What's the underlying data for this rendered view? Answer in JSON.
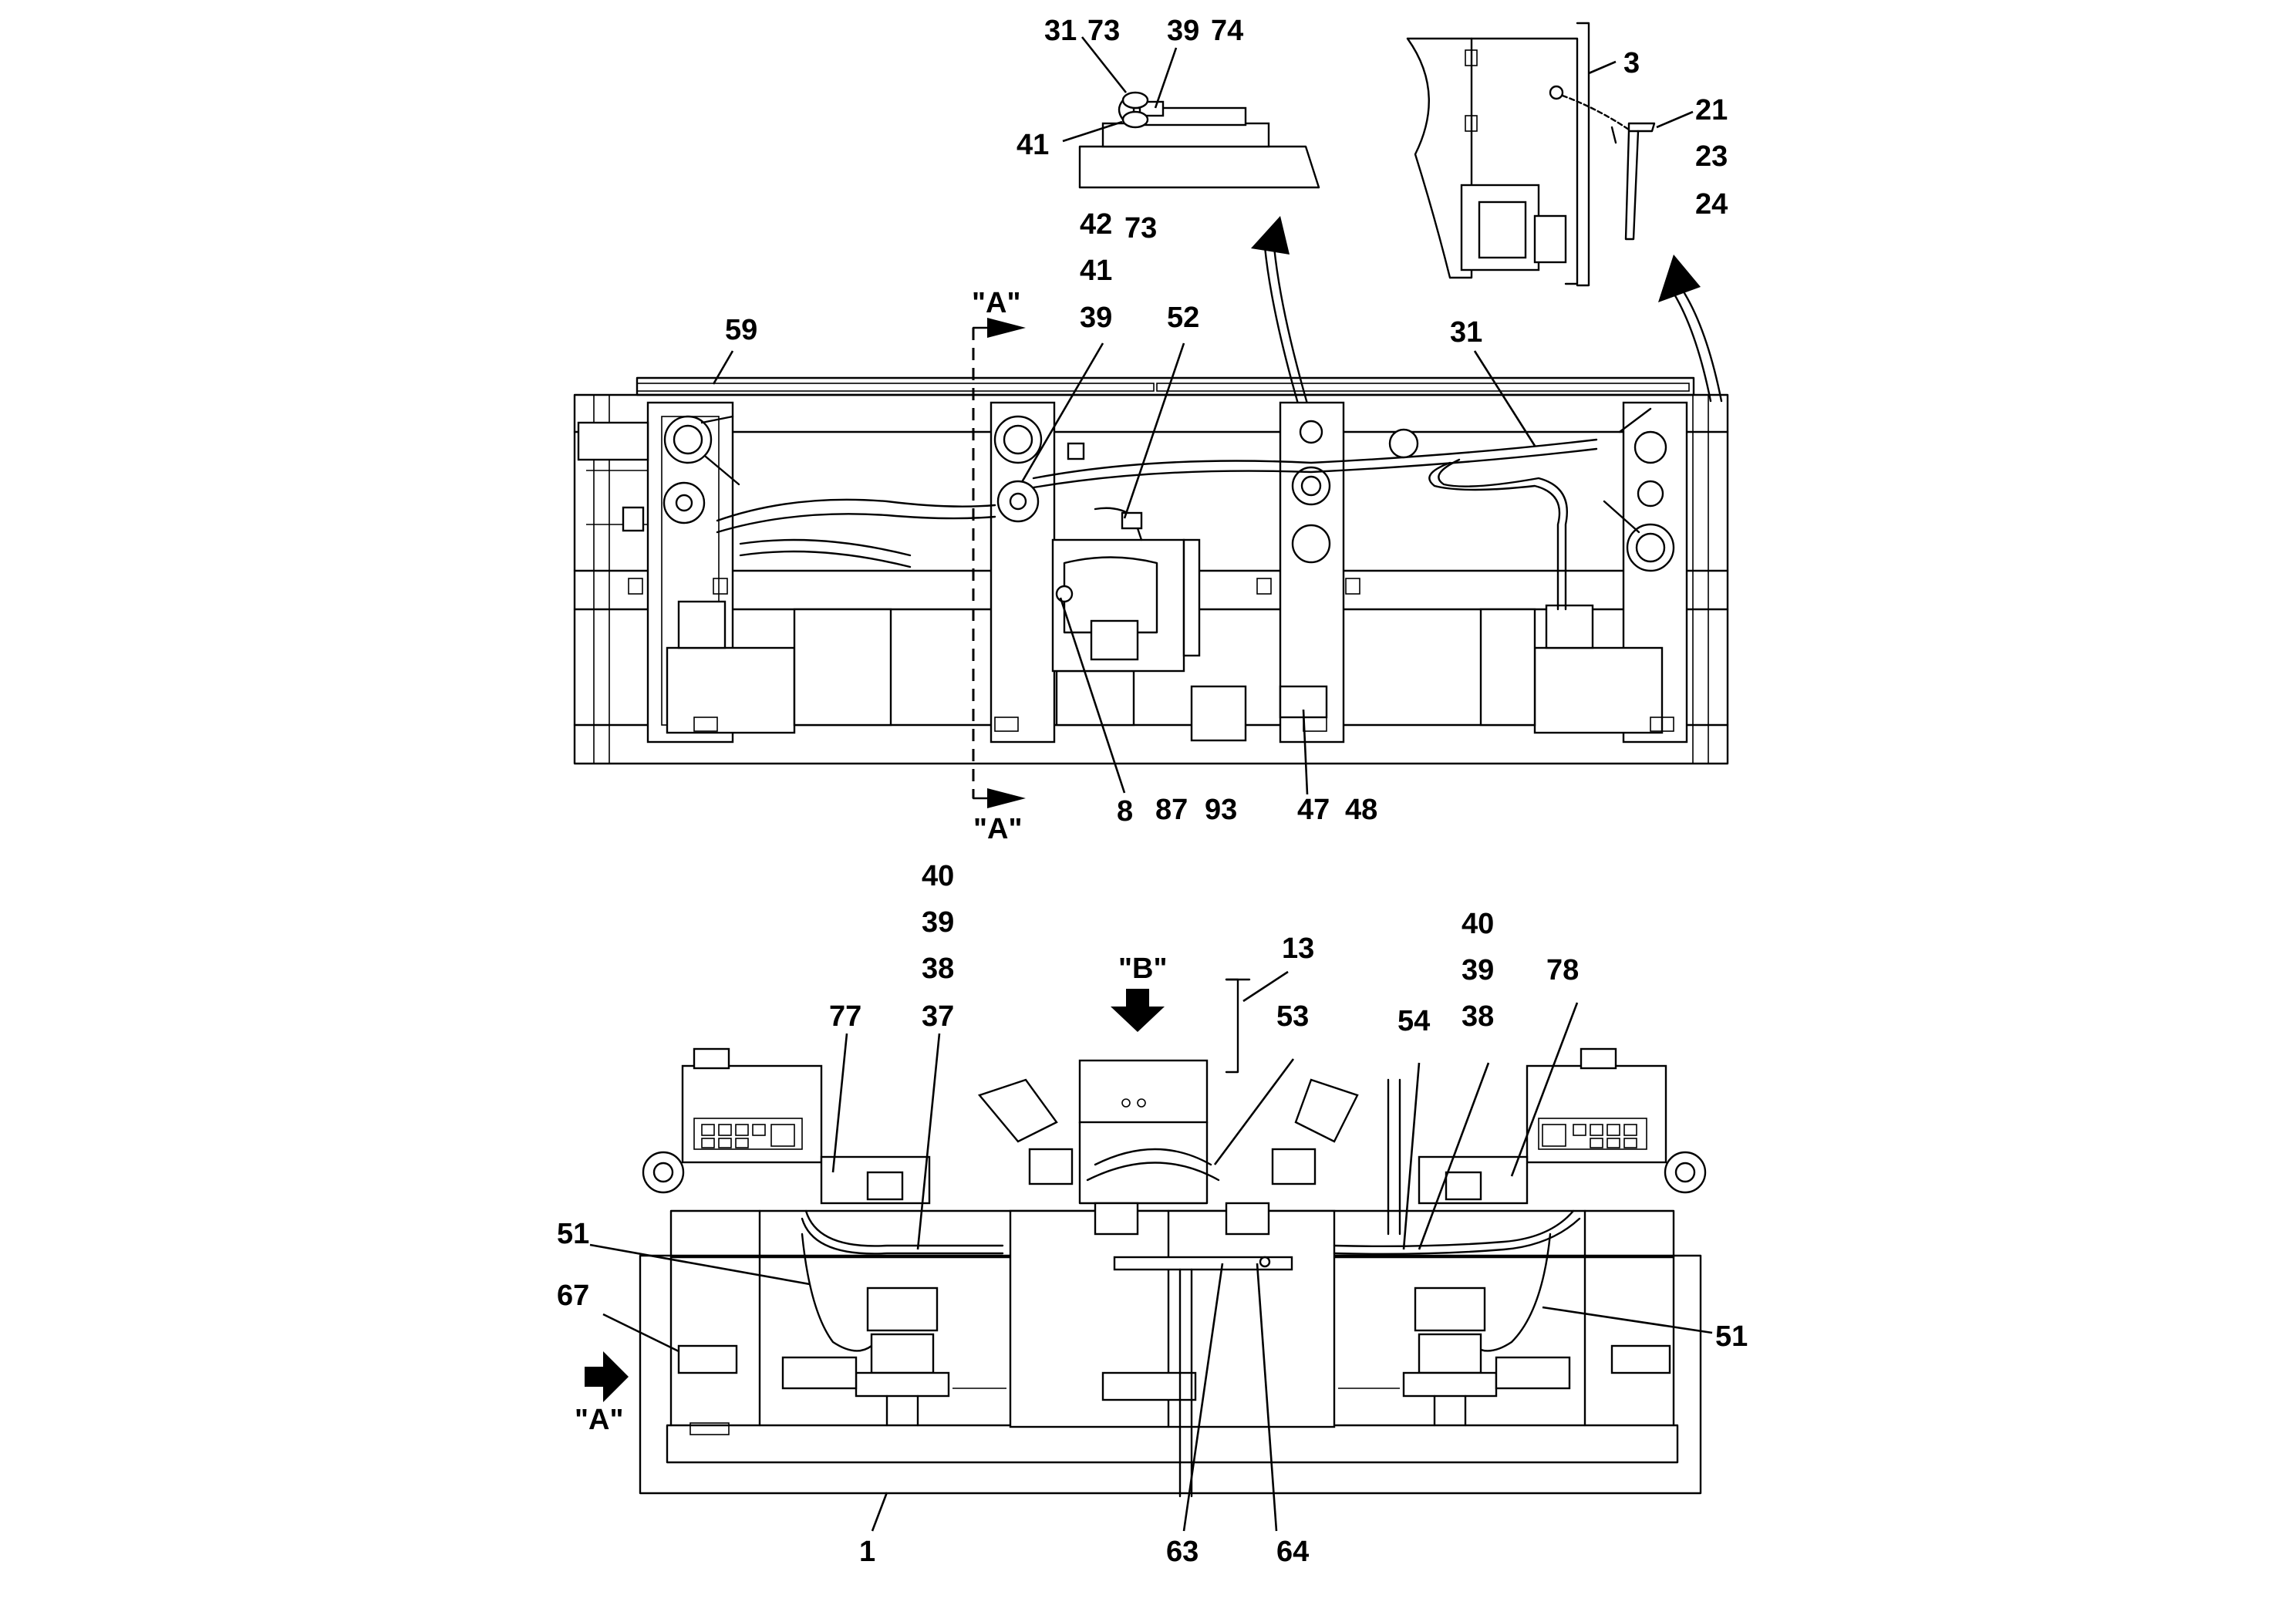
{
  "drawing": {
    "ink_color": "#000000",
    "paper_color": "#ffffff",
    "section_marks": [
      "\"A\"",
      "\"A\"",
      "\"A\"",
      "\"B\""
    ],
    "callouts": [
      "31",
      "73",
      "39",
      "74",
      "41",
      "3",
      "21",
      "23",
      "24",
      "42",
      "73",
      "41",
      "39",
      "52",
      "59",
      "31",
      "8",
      "87",
      "93",
      "47",
      "48",
      "40",
      "39",
      "38",
      "37",
      "77",
      "13",
      "53",
      "54",
      "40",
      "39",
      "38",
      "78",
      "51",
      "67",
      "51",
      "1",
      "63",
      "64"
    ]
  }
}
